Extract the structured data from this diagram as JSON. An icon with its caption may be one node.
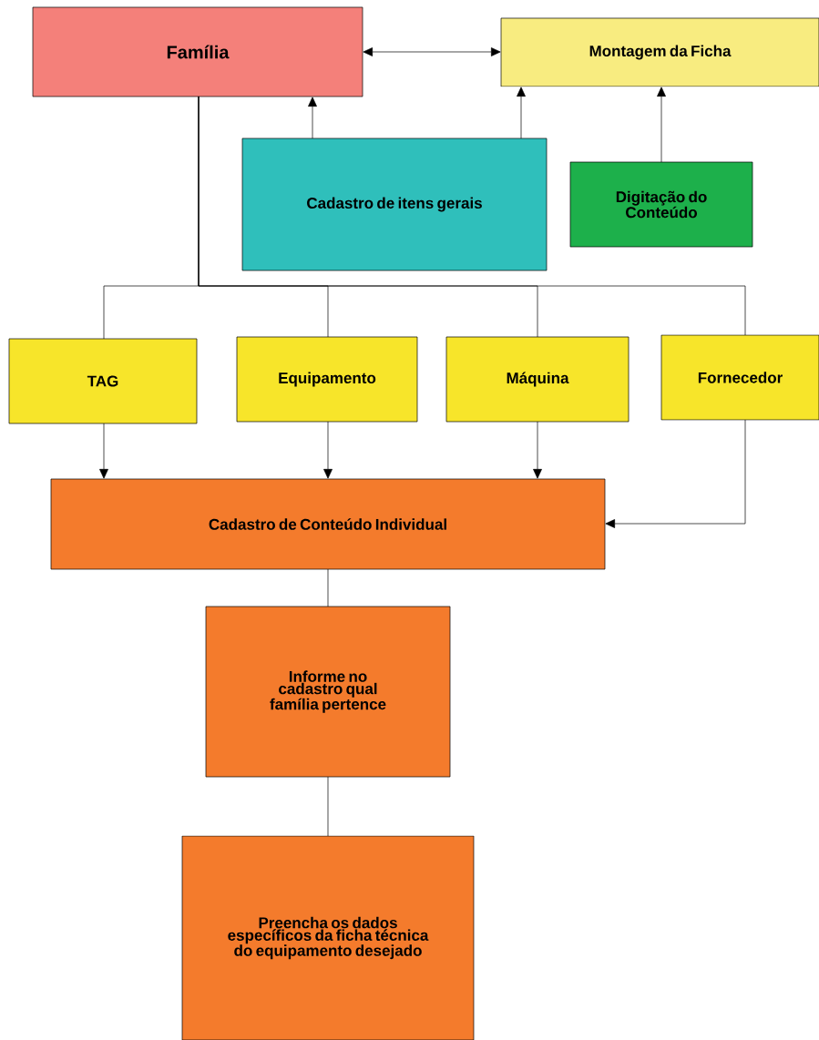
{
  "diagram": {
    "nodes": [
      {
        "text": [
          "Família"
        ]
      },
      {
        "text": [
          "Montagem da Ficha"
        ]
      },
      {
        "text": [
          "Cadastro de itens gerais"
        ]
      },
      {
        "text": [
          "Digitação do Conteúdo"
        ]
      },
      {
        "text": [
          "TAG"
        ]
      },
      {
        "text": [
          "Equipamento"
        ]
      },
      {
        "text": [
          "Máquina"
        ]
      },
      {
        "text": [
          "Fornecedor"
        ]
      },
      {
        "text": [
          "Cadastro de Conteúdo Individual"
        ]
      },
      {
        "text": [
          "Informe no cadastro qual família pertence"
        ]
      },
      {
        "text": [
          "Preencha os dados específicos da ficha técnica do equipamento desejado"
        ]
      }
    ],
    "edges": [
      {
        "from": 0,
        "to": 1,
        "arrow": "both"
      },
      {
        "from": 2,
        "to": 0,
        "arrow": "to"
      },
      {
        "from": 2,
        "to": 1,
        "arrow": "to"
      },
      {
        "from": 3,
        "to": 1,
        "arrow": "to"
      },
      {
        "from": 0,
        "to": 4,
        "arrow": "none"
      },
      {
        "from": 0,
        "to": 5,
        "arrow": "none"
      },
      {
        "from": 0,
        "to": 6,
        "arrow": "none"
      },
      {
        "from": 0,
        "to": 7,
        "arrow": "none"
      },
      {
        "from": 4,
        "to": 8,
        "arrow": "to"
      },
      {
        "from": 5,
        "to": 8,
        "arrow": "to"
      },
      {
        "from": 6,
        "to": 8,
        "arrow": "to"
      },
      {
        "from": 7,
        "to": 8,
        "arrow": "to"
      },
      {
        "from": 8,
        "to": 9,
        "arrow": "none"
      },
      {
        "from": 9,
        "to": 10,
        "arrow": "none"
      }
    ]
  }
}
